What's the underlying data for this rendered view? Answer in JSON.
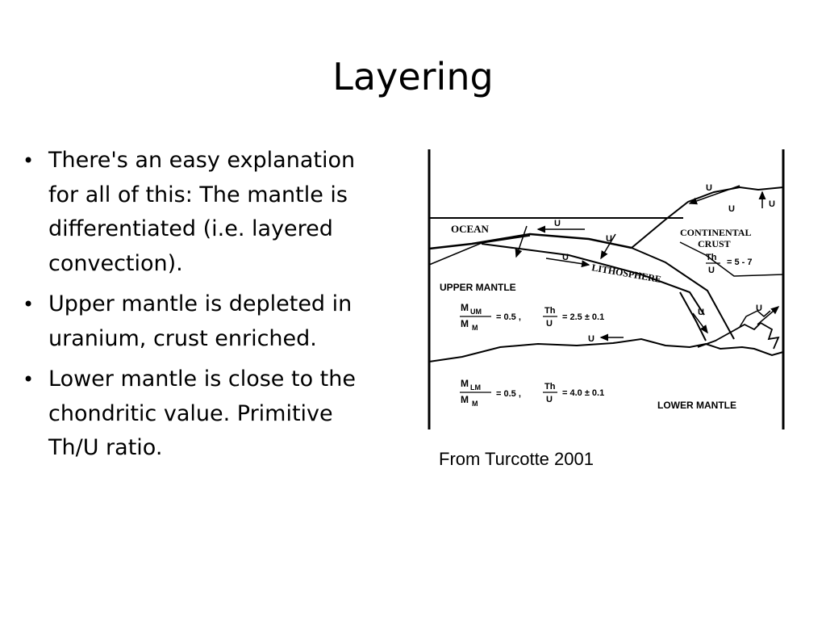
{
  "slide": {
    "title": "Layering",
    "bullets": [
      "There's an easy explanation for all of this: The mantle is differentiated (i.e. layered convection).",
      "Upper mantle is depleted in uranium, crust enriched.",
      "Lower mantle is close to the chondritic value. Primitive Th/U ratio."
    ],
    "caption": "From Turcotte 2001"
  },
  "diagram": {
    "labels": {
      "ocean": "OCEAN",
      "continental": "CONTINENTAL",
      "crust": "CRUST",
      "lithosphere": "LITHOSPHERE",
      "upper_mantle": "UPPER MANTLE",
      "lower_mantle": "LOWER MANTLE",
      "u": "U"
    },
    "crust_ratio": {
      "num": "Th",
      "den": "U",
      "rhs": "= 5 - 7"
    },
    "upper_ratio": {
      "m_num": "M",
      "m_num_sub": "UM",
      "m_den": "M",
      "m_den_sub": "M",
      "m_rhs": "= 0.5  ,",
      "th_num": "Th",
      "th_den": "U",
      "th_rhs": "= 2.5 ± 0.1"
    },
    "lower_ratio": {
      "m_num": "M",
      "m_num_sub": "LM",
      "m_den": "M",
      "m_den_sub": "M",
      "m_rhs": "= 0.5  ,",
      "th_num": "Th",
      "th_den": "U",
      "th_rhs": "= 4.0 ± 0.1"
    }
  }
}
